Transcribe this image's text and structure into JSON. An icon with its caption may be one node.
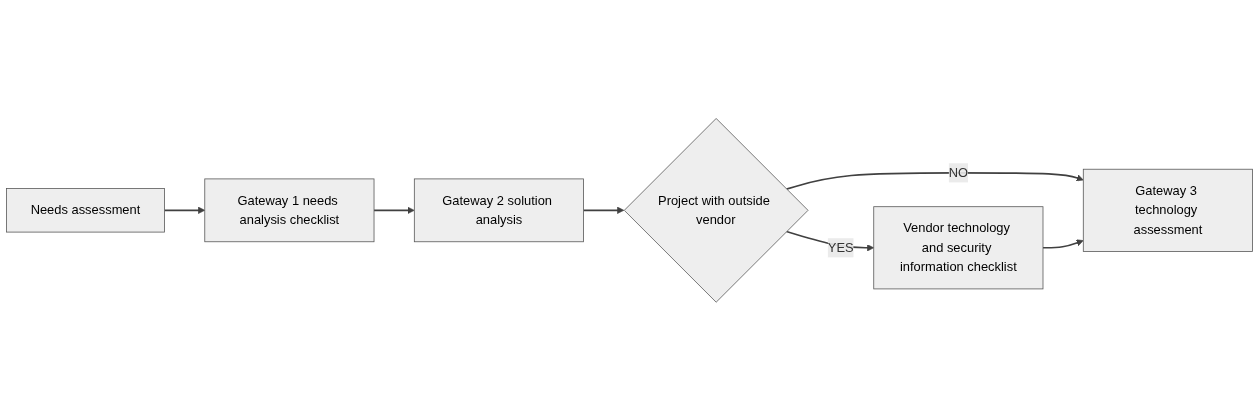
{
  "diagram": {
    "nodes": [
      {
        "text": [
          "Needs assessment"
        ]
      },
      {
        "text": [
          "Gateway 1 needs analysis checklist"
        ]
      },
      {
        "text": [
          "Gateway 2 solution analysis"
        ]
      },
      {
        "text": [
          "Project with outside vendor"
        ]
      },
      {
        "text": [
          "Gateway 3 technology assessment"
        ]
      },
      {
        "text": [
          "Vendor technology and security information checklist"
        ]
      }
    ],
    "edges": [
      {
        "from": 0,
        "to": 1,
        "arrow": "to"
      },
      {
        "from": 1,
        "to": 2,
        "arrow": "to"
      },
      {
        "from": 2,
        "to": 3,
        "arrow": "to"
      },
      {
        "from": 3,
        "to": 4,
        "label": "NO",
        "arrow": "to"
      },
      {
        "from": 3,
        "to": 5,
        "label": "YES",
        "arrow": "to"
      },
      {
        "from": 5,
        "to": 4,
        "arrow": "to"
      }
    ]
  }
}
